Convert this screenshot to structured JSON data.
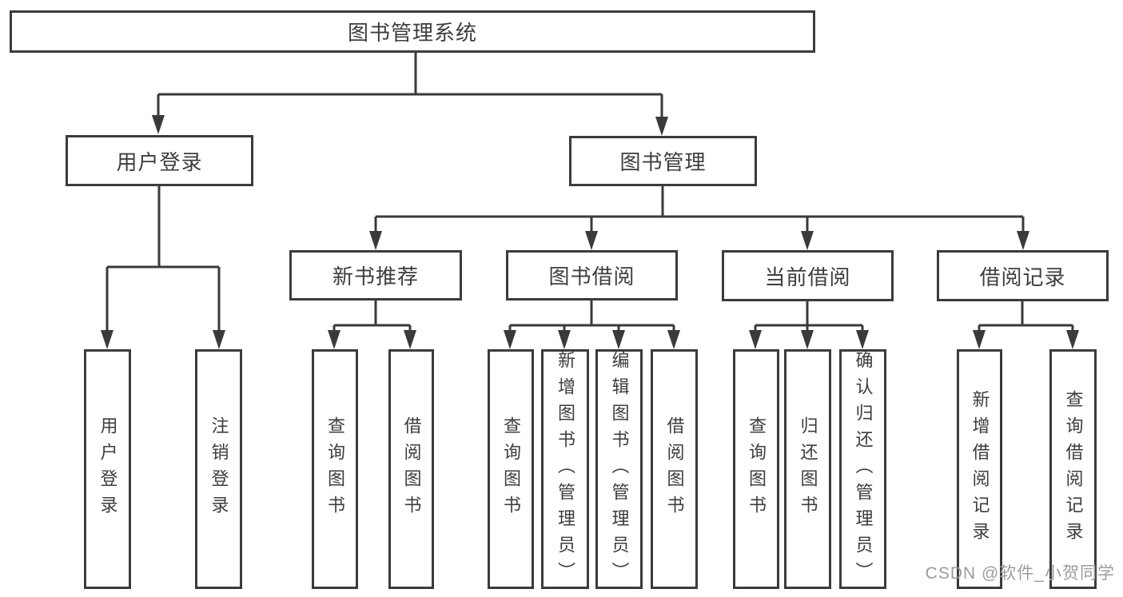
{
  "diagram": {
    "root": {
      "label": "图书管理系统"
    },
    "level1": [
      {
        "label": "用户登录"
      },
      {
        "label": "图书管理"
      }
    ],
    "level2": [
      {
        "label": "新书推荐"
      },
      {
        "label": "图书借阅"
      },
      {
        "label": "当前借阅"
      },
      {
        "label": "借阅记录"
      }
    ],
    "leaves": {
      "user_login": [
        "用户登录",
        "注销登录"
      ],
      "new_books": [
        "查询图书",
        "借阅图书"
      ],
      "book_borrow": [
        "查询图书",
        "新增图书（管理员）",
        "编辑图书（管理员）",
        "借阅图书"
      ],
      "current_borrow": [
        "查询图书",
        "归还图书",
        "确认归还（管理员）"
      ],
      "borrow_records": [
        "新增借阅记录",
        "查询借阅记录"
      ]
    }
  },
  "watermark": {
    "text": "CSDN @软件_小贺同学"
  },
  "colors": {
    "line": "#3a3a3a",
    "border": "#3b3b3b",
    "text": "#3d3d3d",
    "watermark": "#9c9c9c",
    "background": "#ffffff"
  }
}
